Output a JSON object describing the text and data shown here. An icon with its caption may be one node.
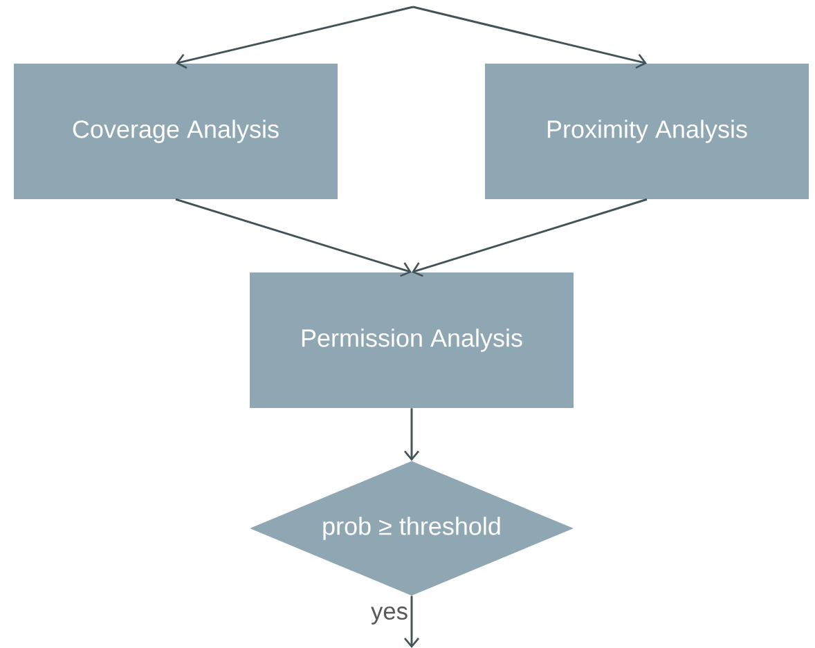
{
  "diagram": {
    "nodes": [
      {
        "text": [
          "Coverage Analysis"
        ]
      },
      {
        "text": [
          "Proximity Analysis"
        ]
      },
      {
        "text": [
          "Permission Analysis"
        ]
      },
      {
        "text": [
          "prob ≥ threshold"
        ]
      }
    ],
    "edges": [
      {
        "from": null,
        "to": 0,
        "arrow": "to"
      },
      {
        "from": null,
        "to": 1,
        "arrow": "to"
      },
      {
        "from": 0,
        "to": 2,
        "arrow": "to"
      },
      {
        "from": 1,
        "to": 2,
        "arrow": "to"
      },
      {
        "from": 2,
        "to": 3,
        "arrow": "to"
      },
      {
        "from": 3,
        "to": null,
        "arrow": "to",
        "label": "yes"
      }
    ]
  }
}
